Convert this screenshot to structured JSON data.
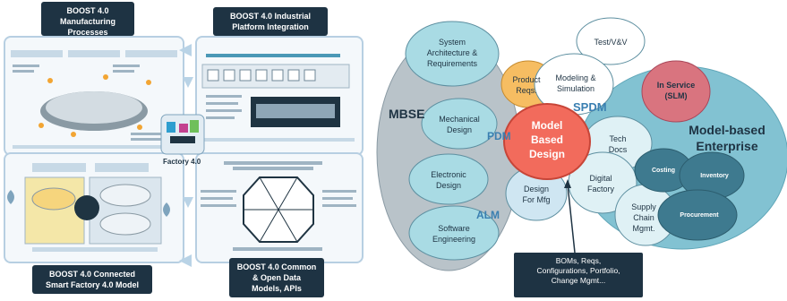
{
  "left_panel": {
    "quadrants": {
      "top_left": {
        "title_lines": [
          "BOOST 4.0",
          "Manufacturing",
          "Processes"
        ]
      },
      "top_right": {
        "title_lines": [
          "BOOST 4.0 Industrial",
          "Platform Integration"
        ]
      },
      "bottom_left": {
        "title_lines": [
          "BOOST 4.0 Connected",
          "Smart Factory 4.0 Model"
        ]
      },
      "bottom_right": {
        "title_lines": [
          "BOOST 4.0 Common",
          "& Open Data",
          "Models, APIs"
        ]
      }
    },
    "center_label": "Factory 4.0"
  },
  "right_panel": {
    "regions": {
      "mbse": "MBSE",
      "pdm": "PDM",
      "spdm": "SPDM",
      "alm": "ALM",
      "enterprise_lines": [
        "Model-based",
        "Enterprise"
      ]
    },
    "center": {
      "lines": [
        "Model",
        "Based",
        "Design"
      ]
    },
    "nodes": {
      "system_arch": [
        "System",
        "Architecture &",
        "Requirements"
      ],
      "test_vv": [
        "Test/V&V"
      ],
      "product_reqs": [
        "Product",
        "Reqs."
      ],
      "modeling_sim": [
        "Modeling &",
        "Simulation"
      ],
      "in_service": [
        "In Service",
        "(SLM)"
      ],
      "mechanical": [
        "Mechanical",
        "Design"
      ],
      "tech_docs": [
        "Tech",
        "Docs"
      ],
      "electronic": [
        "Electronic",
        "Design"
      ],
      "design_mfg": [
        "Design",
        "For Mfg"
      ],
      "digital_factory": [
        "Digital",
        "Factory"
      ],
      "software": [
        "Software",
        "Engineering"
      ],
      "supply_chain": [
        "Supply",
        "Chain",
        "Mgmt."
      ],
      "costing": [
        "Costing"
      ],
      "inventory": [
        "Inventory"
      ],
      "procurement": [
        "Procurement"
      ]
    },
    "callout_lines": [
      "BOMs, Reqs,",
      "Configurations, Portfolio,",
      "Change Mgmt..."
    ],
    "colors": {
      "dark_navy": "#1e3343",
      "teal_ellipse": "#a9dbe4",
      "mbse_grey": "#b9c3c9",
      "center_red": "#f26b5c",
      "orange": "#f6bd62",
      "pink": "#d9747f",
      "enterprise_teal": "#82c2d2",
      "enterprise_inner": "#3e7a8f"
    }
  }
}
